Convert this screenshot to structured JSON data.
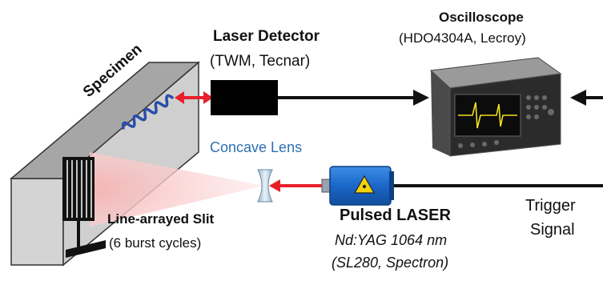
{
  "labels": {
    "specimen": "Specimen",
    "laser_detector": {
      "name": "Laser Detector",
      "model": "(TWM, Tecnar)"
    },
    "oscilloscope": {
      "name": "Oscilloscope",
      "model": "(HDO4304A, Lecroy)"
    },
    "concave_lens": "Concave Lens",
    "slit": {
      "name": "Line-arrayed Slit",
      "detail": "(6 burst cycles)"
    },
    "pulsed_laser": {
      "name": "Pulsed LASER",
      "spec": "Nd:YAG 1064 nm",
      "model": "(SL280, Spectron)"
    },
    "trigger": {
      "line1": "Trigger",
      "line2": "Signal"
    }
  },
  "colors": {
    "detection_arrow": "#e8202a",
    "excitation_beam": "#e8202a",
    "lens_label": "#2f6fb3",
    "laser_body": "#1a67c8",
    "detector_body": "#000000",
    "ultrasonic_wave": "#2a4da8"
  },
  "icons": {
    "laser_warning": "laser-hazard-icon"
  }
}
